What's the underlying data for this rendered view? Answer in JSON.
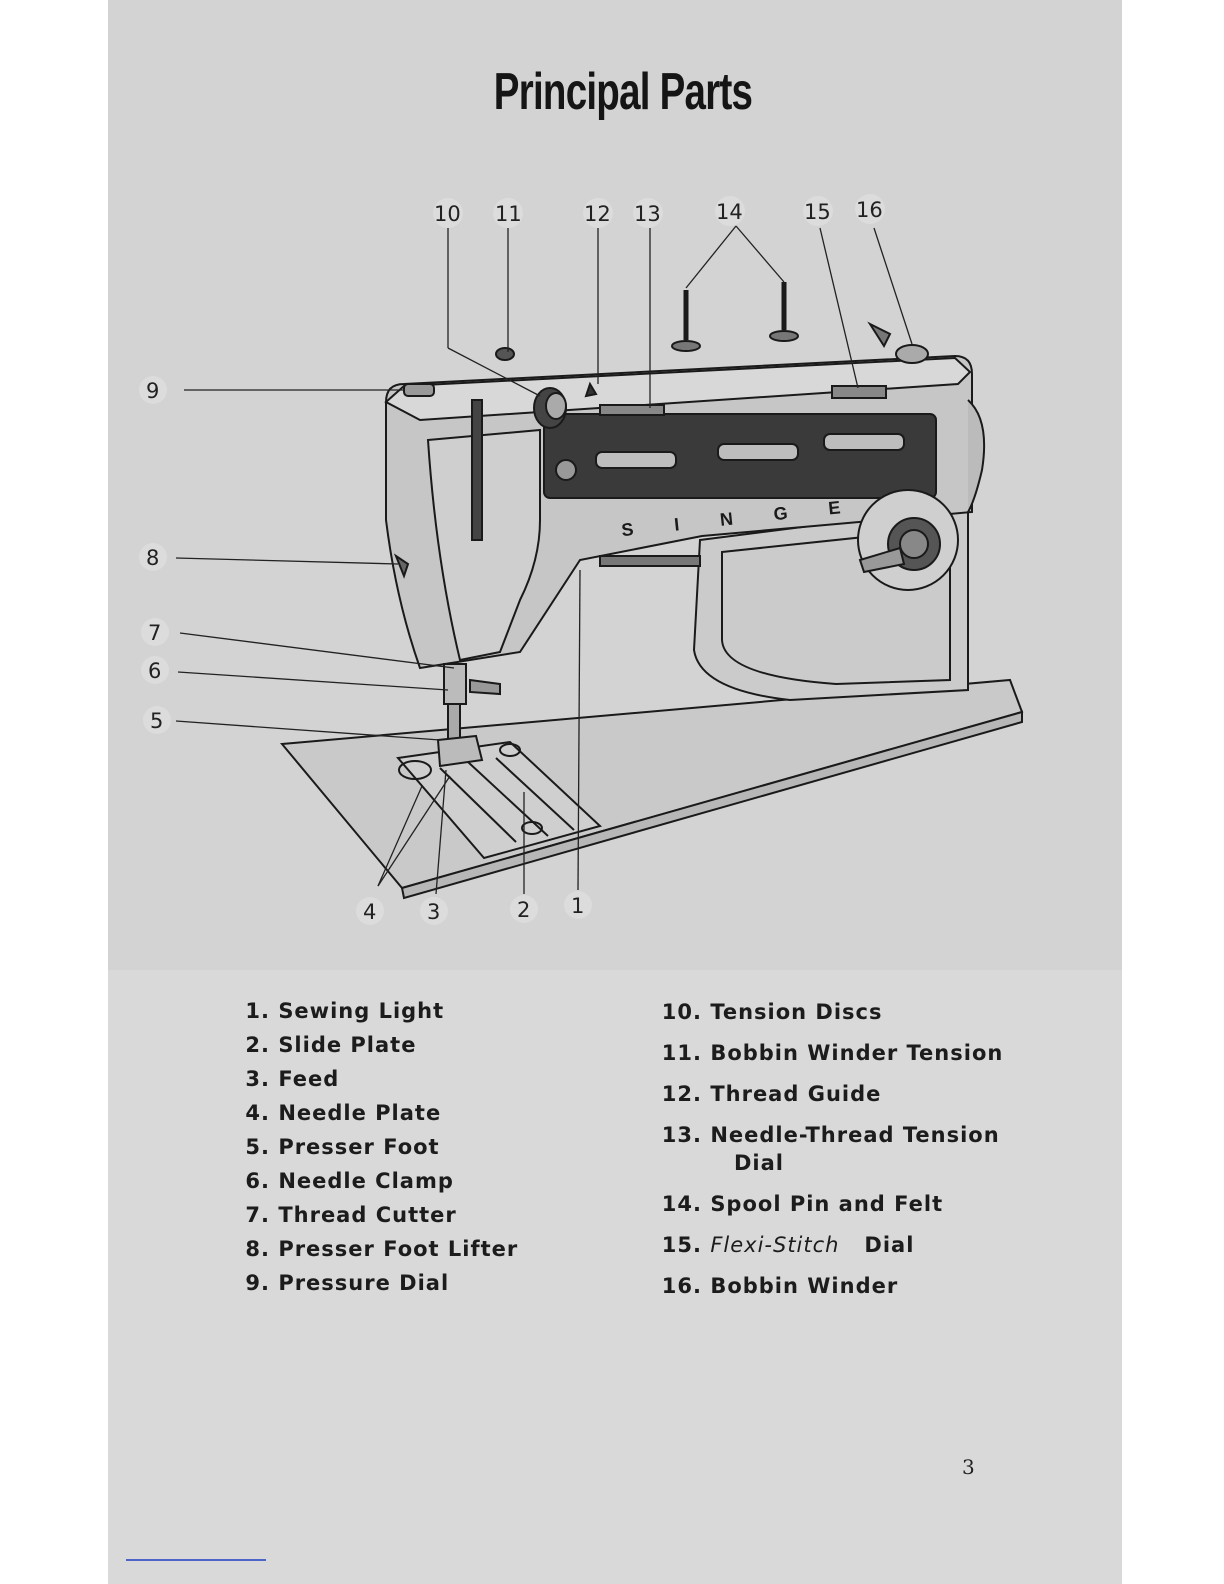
{
  "title": "Principal Parts",
  "brand_on_machine": "S I N G E R",
  "callouts": {
    "c1": "1",
    "c2": "2",
    "c3": "3",
    "c4": "4",
    "c5": "5",
    "c6": "6",
    "c7": "7",
    "c8": "8",
    "c9": "9",
    "c10": "10",
    "c11": "11",
    "c12": "12",
    "c13": "13",
    "c14": "14",
    "c15": "15",
    "c16": "16"
  },
  "parts_left": [
    {
      "num": "1.",
      "label": "Sewing Light"
    },
    {
      "num": "2.",
      "label": "Slide Plate"
    },
    {
      "num": "3.",
      "label": "Feed"
    },
    {
      "num": "4.",
      "label": "Needle Plate"
    },
    {
      "num": "5.",
      "label": "Presser Foot"
    },
    {
      "num": "6.",
      "label": "Needle Clamp"
    },
    {
      "num": "7.",
      "label": "Thread Cutter"
    },
    {
      "num": "8.",
      "label": "Presser Foot Lifter"
    },
    {
      "num": "9.",
      "label": "Pressure Dial"
    }
  ],
  "parts_right": [
    {
      "num": "10.",
      "label": "Tension Discs"
    },
    {
      "num": "11.",
      "label": "Bobbin Winder Tension"
    },
    {
      "num": "12.",
      "label": "Thread Guide"
    },
    {
      "num": "13.",
      "label": "Needle-Thread Tension",
      "cont": "Dial"
    },
    {
      "num": "14.",
      "label": "Spool Pin and Felt"
    },
    {
      "num": "15.",
      "label_italic": "Flexi-Stitch",
      "label": "Dial"
    },
    {
      "num": "16.",
      "label": "Bobbin Winder"
    }
  ],
  "page_number": "3"
}
